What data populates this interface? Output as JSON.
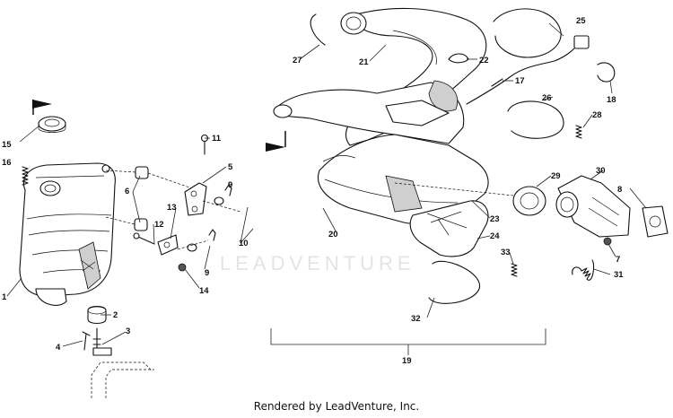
{
  "watermark": "LEADVENTURE",
  "footer": "Rendered by LeadVenture, Inc.",
  "callouts": {
    "c1": "1",
    "c2": "2",
    "c3": "3",
    "c4": "4",
    "c5": "5",
    "c6": "6",
    "c7": "7",
    "c8": "8",
    "c9a": "9",
    "c9b": "9",
    "c10": "10",
    "c11": "11",
    "c12": "12",
    "c13": "13",
    "c14": "14",
    "c15": "15",
    "c16": "16",
    "c17": "17",
    "c18": "18",
    "c19": "19",
    "c20": "20",
    "c21": "21",
    "c22": "22",
    "c23": "23",
    "c24": "24",
    "c25": "25",
    "c26": "26",
    "c27": "27",
    "c28": "28",
    "c29": "29",
    "c30": "30",
    "c31": "31",
    "c32": "32",
    "c33": "33"
  }
}
